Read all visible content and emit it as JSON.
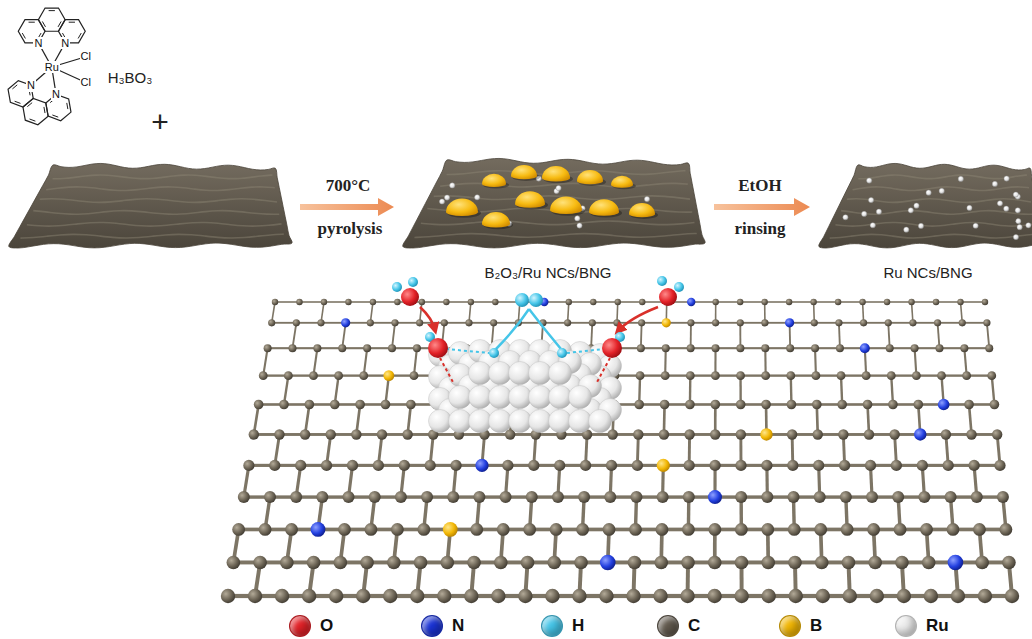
{
  "diagram": {
    "labels": [
      "N",
      "N",
      "Cl",
      "Ru",
      "Cl",
      "N",
      "N",
      "H₃BO₃",
      "+",
      "700°C",
      "pyrolysis",
      "EtOH",
      "rinsing",
      "B₂O₃/Ru NCs/BNG",
      "Ru NCs/BNG"
    ],
    "legend": [
      {
        "text": "O",
        "color": "#e32228"
      },
      {
        "text": "N",
        "color": "#1a33d6"
      },
      {
        "text": "H",
        "color": "#45c5e8"
      },
      {
        "text": "C",
        "color": "#625a4e"
      },
      {
        "text": "B",
        "color": "#f2b705"
      },
      {
        "text": "Ru",
        "color": "#ececec"
      }
    ]
  }
}
